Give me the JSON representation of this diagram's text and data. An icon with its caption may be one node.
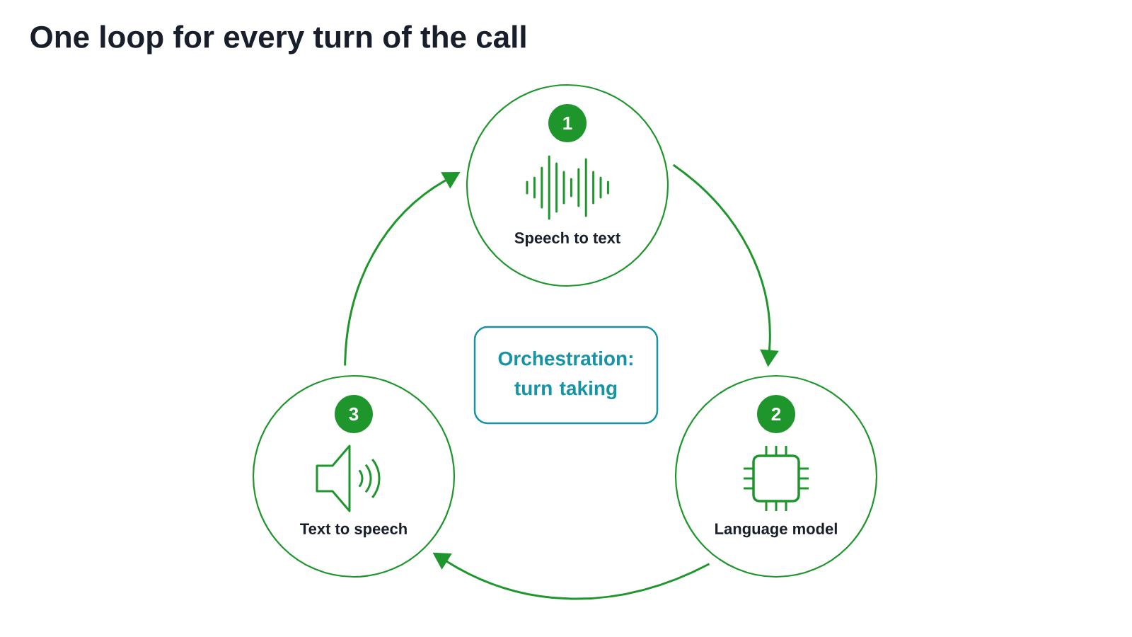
{
  "diagram": {
    "title": "One loop for every turn of the call",
    "nodes": [
      {
        "text": [
          "1",
          "Speech to text"
        ]
      },
      {
        "text": [
          "2",
          "Language model"
        ]
      },
      {
        "text": [
          "3",
          "Text to speech"
        ]
      },
      {
        "text": [
          "Orchestration: turn taking"
        ]
      }
    ],
    "edges": [
      {
        "from": 0,
        "to": 1,
        "arrow": "to"
      },
      {
        "from": 1,
        "to": 2,
        "arrow": "to"
      },
      {
        "from": 2,
        "to": 0,
        "arrow": "to"
      }
    ]
  }
}
